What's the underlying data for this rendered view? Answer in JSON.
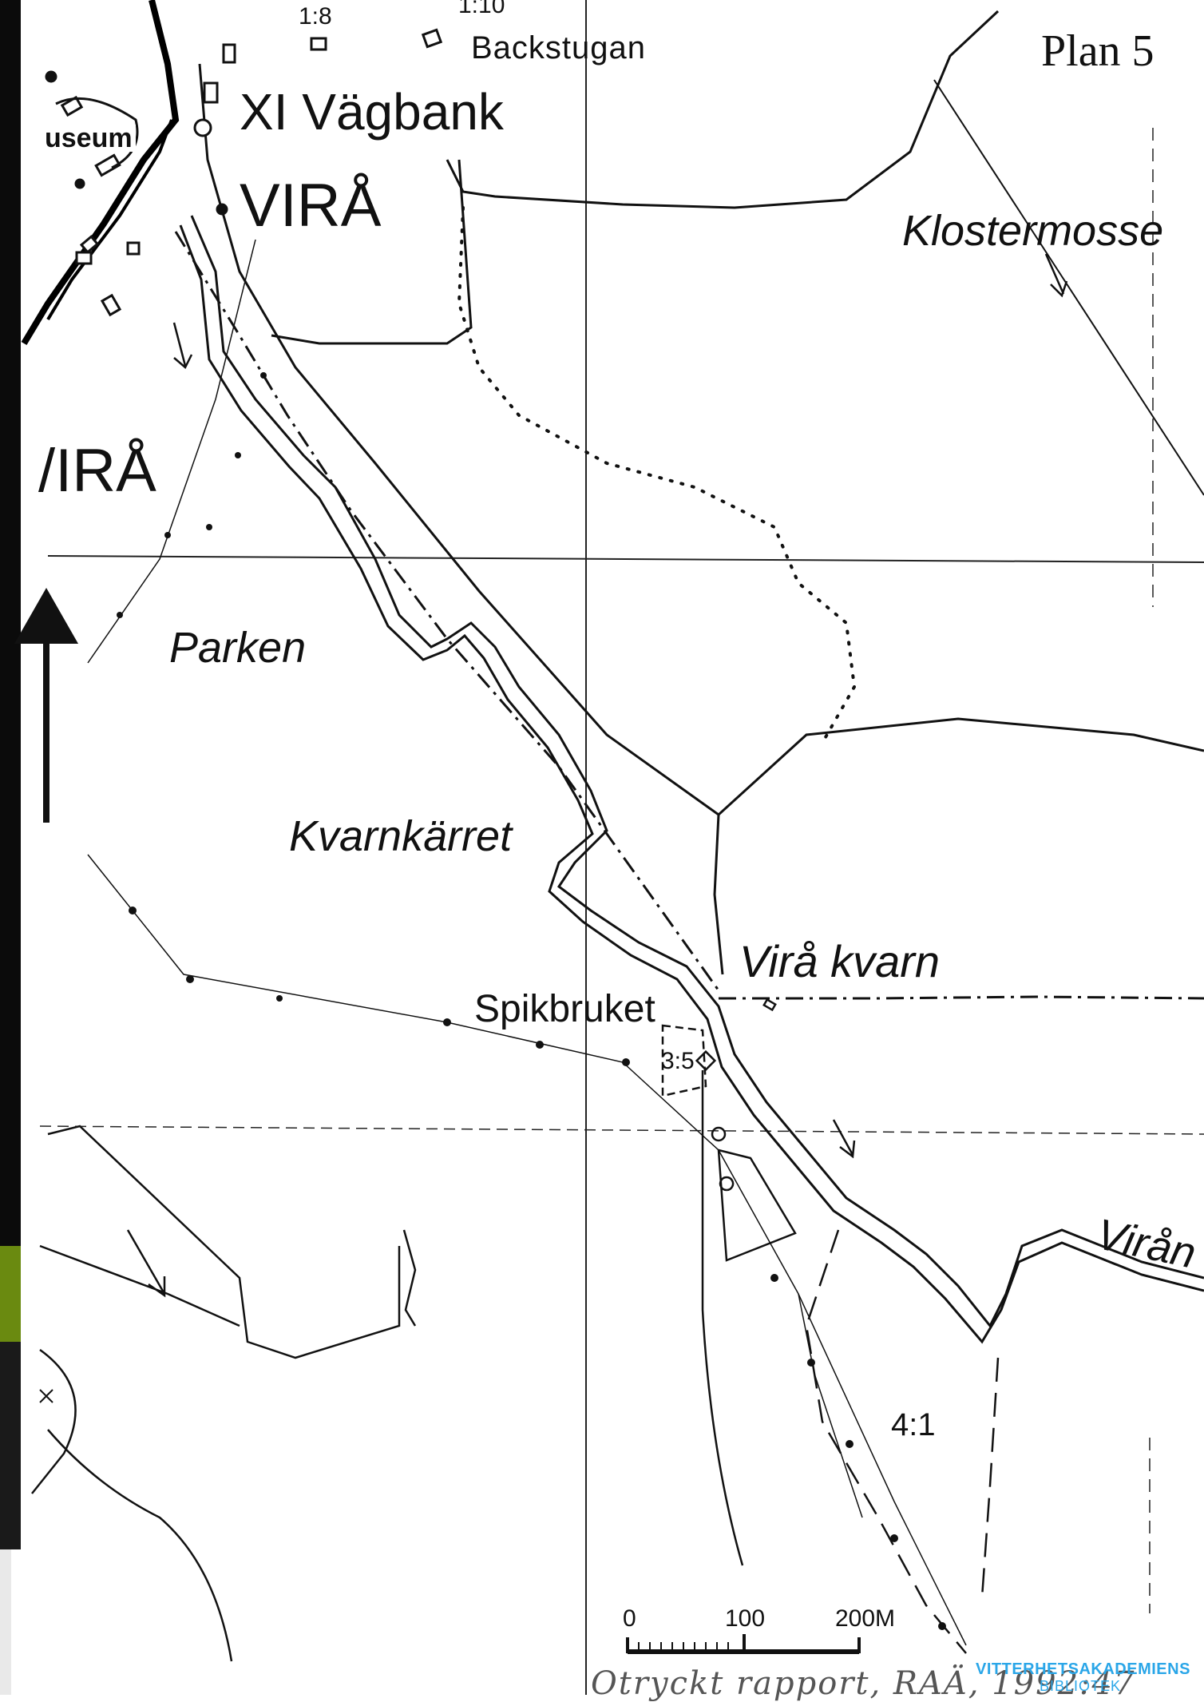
{
  "plan_title": "Plan 5",
  "labels": {
    "vagbank": "XI Vägbank",
    "backstugan": "Backstugan",
    "vira_main": "VIRÅ",
    "vira_left": "/IRÅ",
    "museum": "useum",
    "klostermosse": "Klostermosse",
    "parken": "Parken",
    "kvarnkarret": "Kvarnkärret",
    "vira_kvarn": "Virå kvarn",
    "spikbruket": "Spikbruket",
    "viran": "Virån"
  },
  "site_codes": {
    "code_18": "1:8",
    "code_110": "1:10",
    "code_35": "3:5",
    "code_41": "4:1"
  },
  "scale_bar": {
    "tick_0": "0",
    "tick_100": "100",
    "tick_200": "200M"
  },
  "stamp": {
    "line1": "VITTERHETSAKADEMIENS",
    "line2": "BIBLIOTEK",
    "color": "#2aa6e8"
  },
  "handwritten_note": "Otryckt rapport, RAÄ, 1992:47",
  "icons": {
    "north_arrow": "north-arrow-icon",
    "flow_arrow": "flow-direction-arrow-icon",
    "ancient_site": "site-circle-icon"
  }
}
